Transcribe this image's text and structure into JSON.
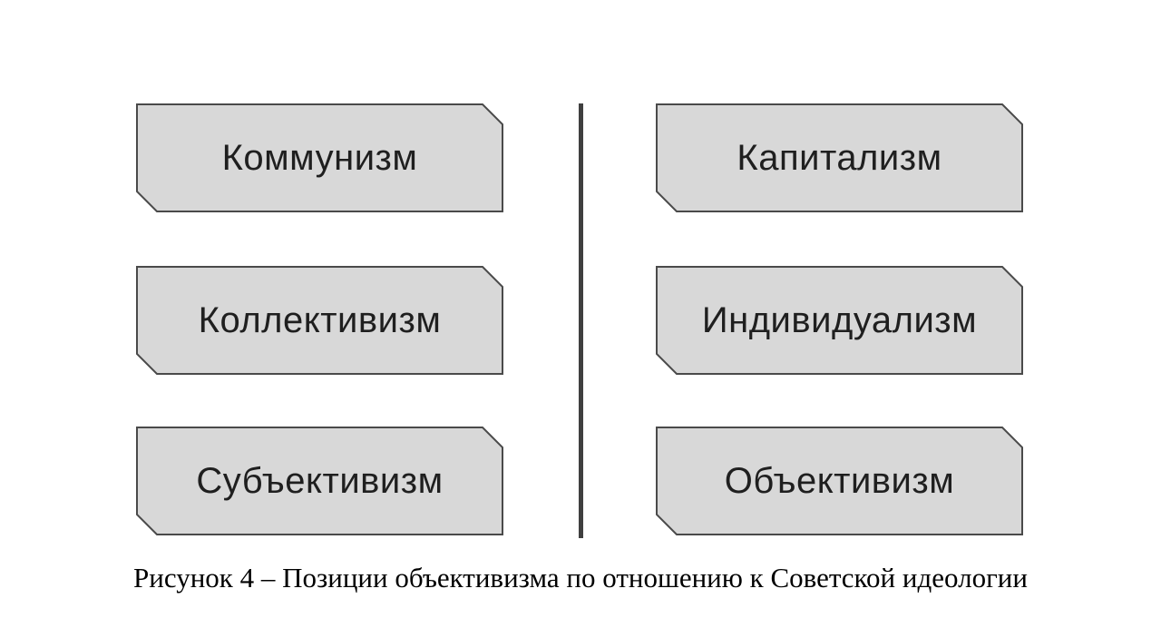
{
  "figure": {
    "left_column": {
      "items": [
        "Коммунизм",
        "Коллективизм",
        "Субъективизм"
      ]
    },
    "right_column": {
      "items": [
        "Капитализм",
        "Индивидуализм",
        "Объективизм"
      ]
    },
    "caption": "Рисунок 4 – Позиции объективизма по отношению к Советской идеологии"
  },
  "colors": {
    "page_bg": "#ffffff",
    "box_fill": "#d8d8d8",
    "box_border": "#4a4a4a",
    "label_text": "#1f1f1f",
    "divider": "#3f3f3f",
    "caption_text": "#000000"
  }
}
